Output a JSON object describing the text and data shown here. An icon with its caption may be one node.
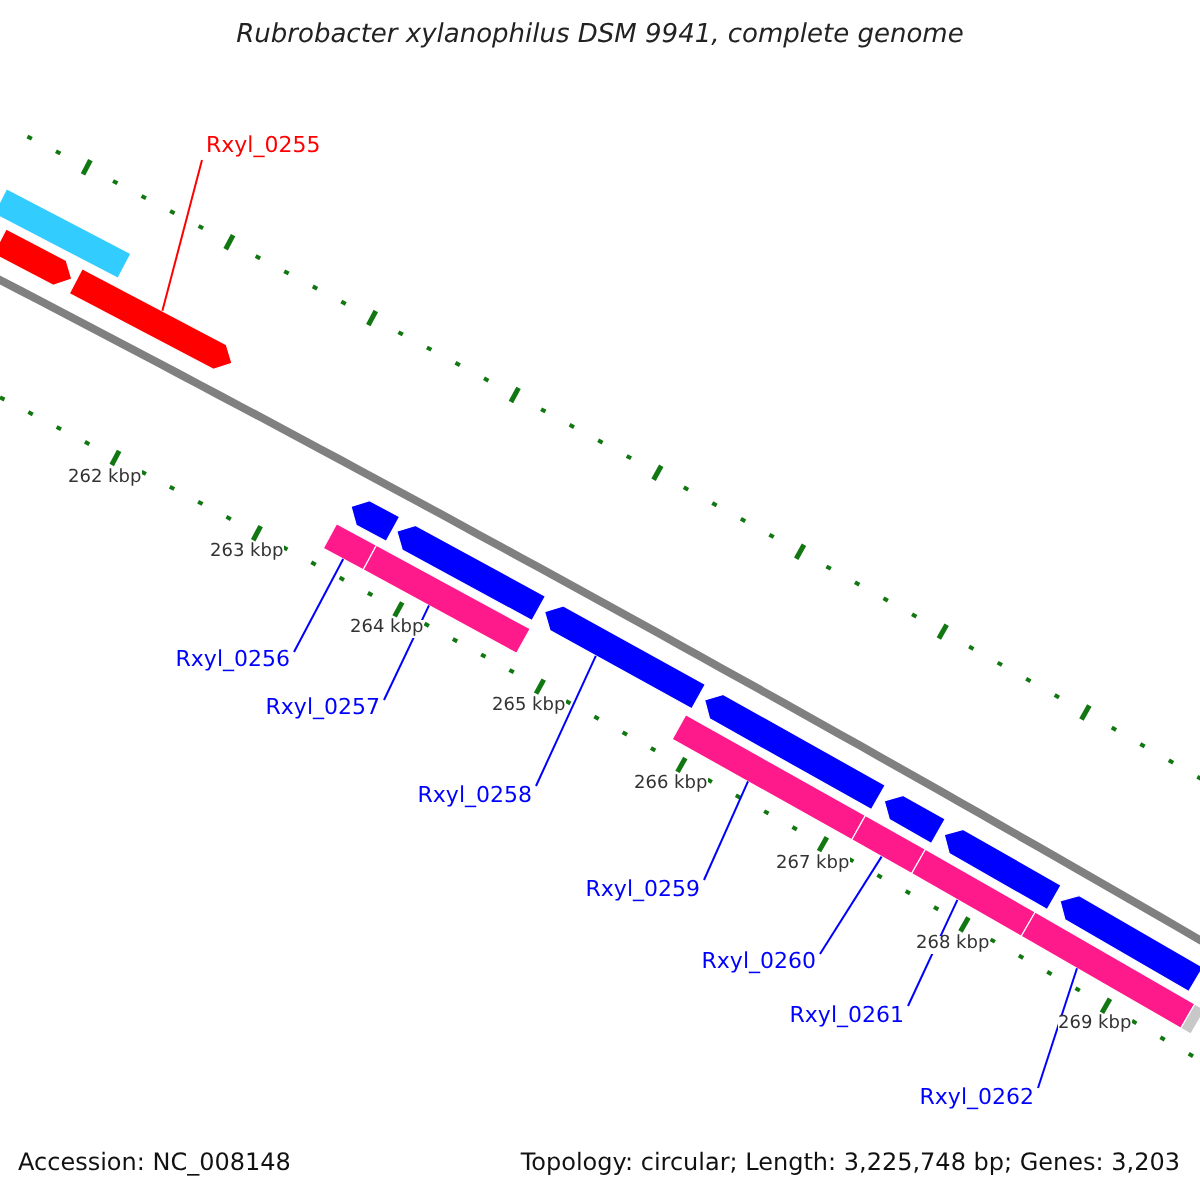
{
  "diagram": {
    "title": "Rubrobacter xylanophilus DSM 9941, complete genome",
    "nodes": [
      {
        "text": [
          "Rxyl_0255"
        ]
      },
      {
        "text": [],
        "shape": "bar"
      },
      {
        "text": [],
        "shape": "arrow"
      },
      {
        "text": [],
        "shape": "arrow"
      },
      {
        "text": [],
        "shape": "arrow"
      },
      {
        "text": [],
        "shape": "arrow"
      },
      {
        "text": [],
        "shape": "arrow"
      },
      {
        "text": [],
        "shape": "arrow"
      },
      {
        "text": [],
        "shape": "arrow"
      },
      {
        "text": [],
        "shape": "arrow"
      },
      {
        "text": [],
        "shape": "arrow"
      },
      {
        "text": [],
        "shape": "bar"
      },
      {
        "text": [],
        "shape": "bar"
      },
      {
        "text": [],
        "shape": "bar"
      },
      {
        "text": [],
        "shape": "bar"
      },
      {
        "text": [],
        "shape": "bar"
      },
      {
        "text": [],
        "shape": "bar"
      },
      {
        "text": [],
        "shape": "bar"
      },
      {
        "text": [
          "Rxyl_0256"
        ]
      },
      {
        "text": [
          "Rxyl_0257"
        ]
      },
      {
        "text": [
          "Rxyl_0258"
        ]
      },
      {
        "text": [
          "Rxyl_0259"
        ]
      },
      {
        "text": [
          "Rxyl_0260"
        ]
      },
      {
        "text": [
          "Rxyl_0261"
        ]
      },
      {
        "text": [
          "Rxyl_0262"
        ]
      }
    ],
    "edges": [
      {
        "from": 0,
        "to": 3,
        "arrow": "none",
        "color": "#ff0000"
      },
      {
        "from": 18,
        "to": 11,
        "arrow": "none"
      },
      {
        "from": 19,
        "to": 12,
        "arrow": "none"
      },
      {
        "from": 20,
        "to": 6,
        "arrow": "none"
      },
      {
        "from": 21,
        "to": 13,
        "arrow": "none"
      },
      {
        "from": 22,
        "to": 14,
        "arrow": "none"
      },
      {
        "from": 23,
        "to": 15,
        "arrow": "none"
      },
      {
        "from": 24,
        "to": 16,
        "arrow": "none"
      }
    ],
    "labels": [
      "262 kbp",
      "263 kbp",
      "264 kbp",
      "265 kbp",
      "266 kbp",
      "267 kbp",
      "268 kbp",
      "269 kbp",
      "Accession: NC_008148",
      "Topology: circular; Length: 3,225,748 bp; Genes: 3,203"
    ]
  }
}
